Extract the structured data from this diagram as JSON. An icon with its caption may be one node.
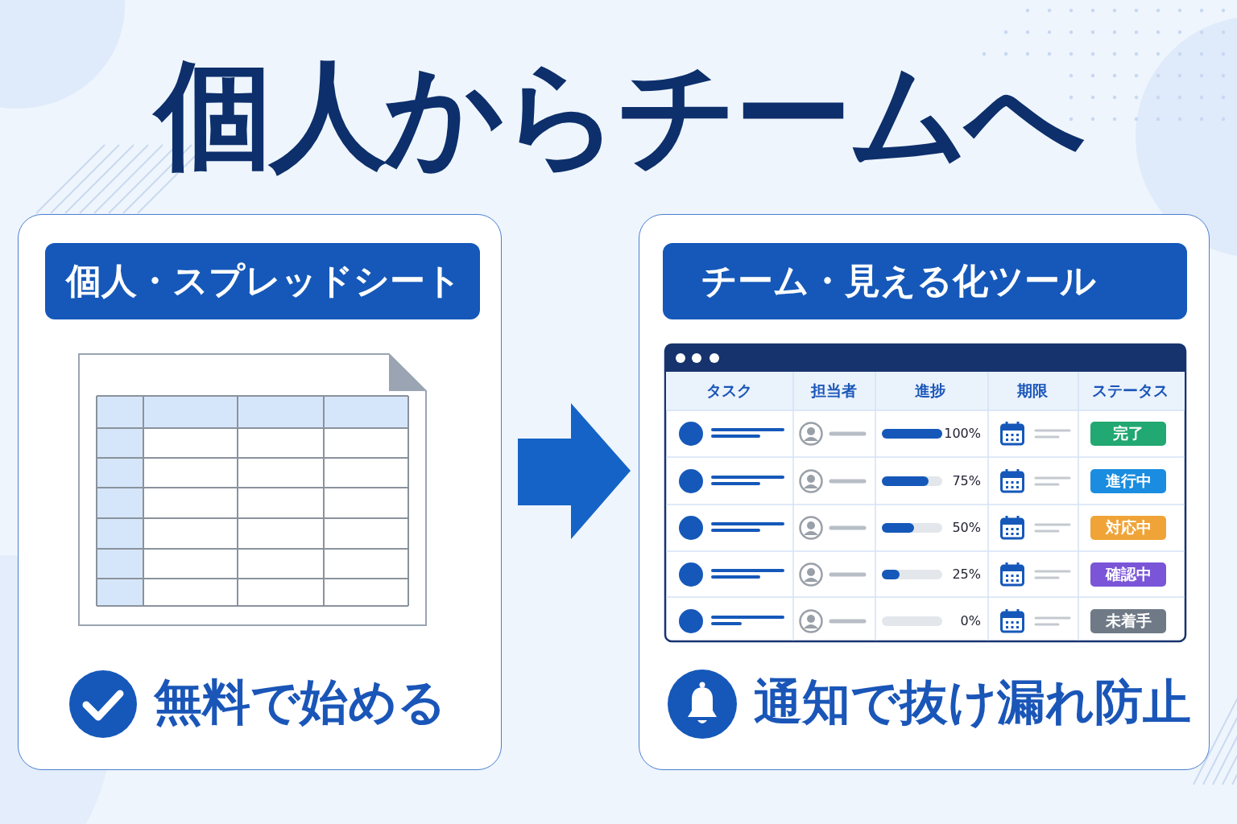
{
  "diagram": {
    "title": "個人からチームへ",
    "nodes": [
      {
        "text": [
          "個人・スプレッドシート",
          "無料で始める"
        ]
      },
      {
        "text": [
          "チーム・見える化ツール",
          "通知で抜け漏れ防止"
        ]
      }
    ],
    "edges": [
      {
        "from": 0,
        "to": 1,
        "arrow": "to"
      }
    ],
    "labels": [
      "タスク",
      "担当者",
      "進捗",
      "期限",
      "ステータス",
      "100%",
      "完了",
      "75%",
      "進行中",
      "50%",
      "対応中",
      "25%",
      "確認中",
      "0%",
      "未着手"
    ]
  }
}
